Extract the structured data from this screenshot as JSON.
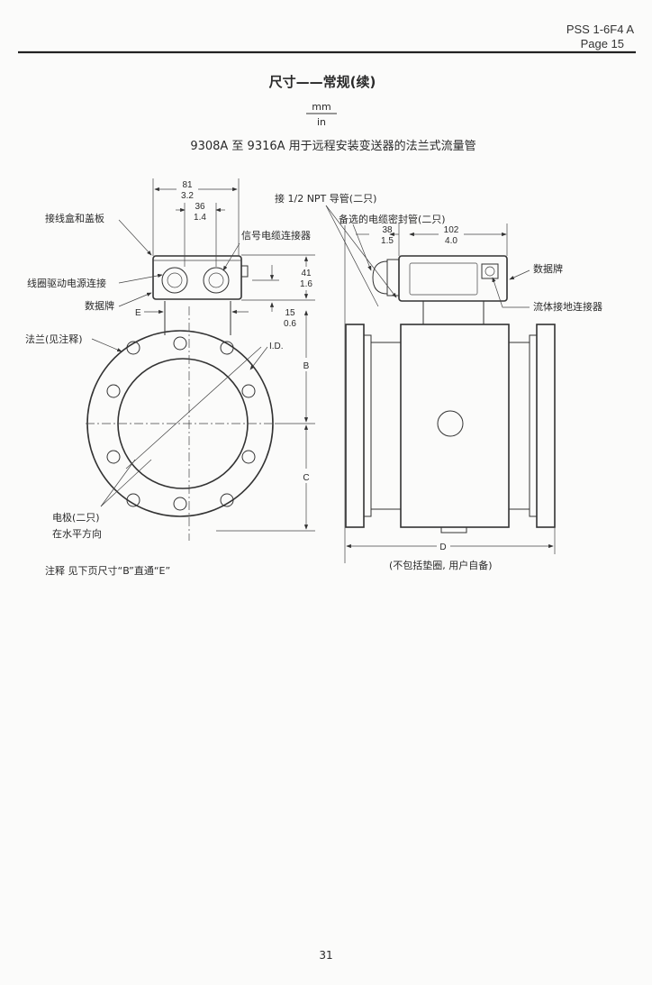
{
  "header": {
    "doc_id": "PSS 1-6F4 A",
    "page": "Page 15"
  },
  "title": "尺寸——常规(续)",
  "units": {
    "top": "mm",
    "bottom": "in"
  },
  "subtitle": "9308A 至 9316A 用于远程安装变送器的法兰式流量管",
  "front_view": {
    "labels": {
      "junction_box": "接线盒和盖板",
      "coil_drive": "线圈驱动电源连接",
      "data_plate": "数据牌",
      "e": "E",
      "flange": "法兰(见注释)",
      "id": "I.D.",
      "electrodes_1": "电极(二只)",
      "electrodes_2": "在水平方向",
      "signal_cable": "信号电缆连接器",
      "b": "B",
      "c": "C"
    },
    "dims": {
      "w81_mm": "81",
      "w81_in": "3.2",
      "w36_mm": "36",
      "w36_in": "1.4",
      "h41_mm": "41",
      "h41_in": "1.6",
      "h15_mm": "15",
      "h15_in": "0.6"
    }
  },
  "side_view": {
    "labels": {
      "conduit": "接 1/2 NPT 导管(二只)",
      "cable_gland": "备选的电缆密封管(二只)",
      "data_plate": "数据牌",
      "ground": "流体接地连接器",
      "d": "D",
      "gasket_note": "(不包括垫圈, 用户自备)"
    },
    "dims": {
      "w38_mm": "38",
      "w38_in": "1.5",
      "w102_mm": "102",
      "w102_in": "4.0"
    }
  },
  "note": "注释  见下页尺寸“B”直通“E”",
  "page_number": "31"
}
